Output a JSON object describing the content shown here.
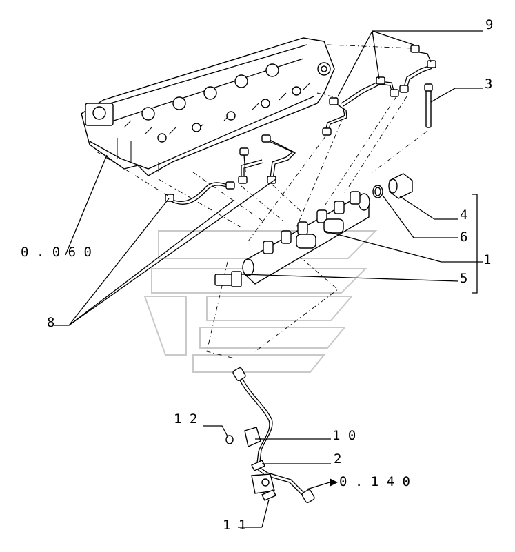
{
  "labels": {
    "ref_0060": "0 . 0 6 0",
    "ref_0140": "0 . 1 4 0",
    "item_1": "1",
    "item_2": "2",
    "item_3": "3",
    "item_4": "4",
    "item_5": "5",
    "item_6": "6",
    "item_8": "8",
    "item_9": "9",
    "item_10": "1 0",
    "item_11": "1 1",
    "item_12": "1 2"
  }
}
